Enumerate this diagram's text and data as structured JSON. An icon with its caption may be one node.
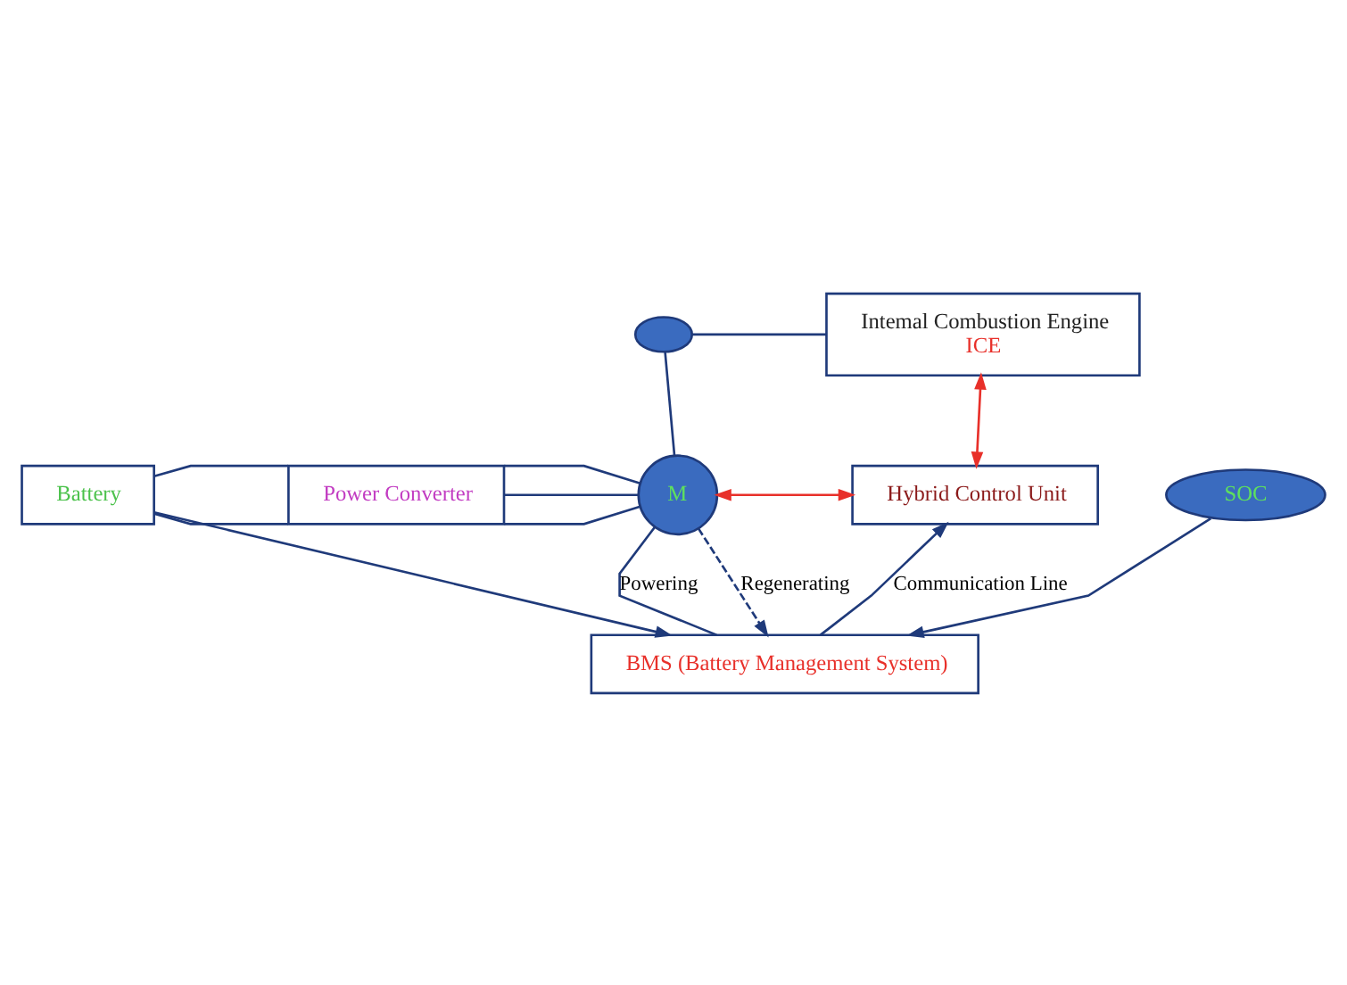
{
  "diagram": {
    "nodes": [
      {
        "text": [
          "Intemal Combustion Engine",
          "ICE"
        ]
      },
      {
        "text": [],
        "shape": "ellipse"
      },
      {
        "text": [
          "Battery"
        ]
      },
      {
        "text": [
          "Power Converter"
        ]
      },
      {
        "text": [
          "M"
        ]
      },
      {
        "text": [
          "Hybrid Control Unit"
        ]
      },
      {
        "text": [
          "BMS (Battery Management System)"
        ]
      },
      {
        "text": [
          "SOC"
        ]
      }
    ],
    "edges": [
      {
        "from": 1,
        "to": 0,
        "arrow": "none"
      },
      {
        "from": 1,
        "to": 4,
        "arrow": "none"
      },
      {
        "from": 0,
        "to": 5,
        "arrow": "both",
        "color": "#e8302a"
      },
      {
        "from": 2,
        "to": 3,
        "arrow": "none"
      },
      {
        "from": 2,
        "to": 3,
        "arrow": "none"
      },
      {
        "from": 3,
        "to": 4,
        "arrow": "none"
      },
      {
        "from": 3,
        "to": 4,
        "arrow": "none"
      },
      {
        "from": 3,
        "to": 4,
        "arrow": "none"
      },
      {
        "from": 4,
        "to": 5,
        "arrow": "both",
        "color": "#e8302a"
      },
      {
        "from": 2,
        "to": 6,
        "arrow": "to"
      },
      {
        "from": 4,
        "to": 6,
        "arrow": "none",
        "label": "Powering"
      },
      {
        "from": 4,
        "to": 6,
        "arrow": "to",
        "label": "Regenerating",
        "style": "dashed"
      },
      {
        "from": 6,
        "to": 5,
        "arrow": "to",
        "label": "Communication Line"
      },
      {
        "from": 7,
        "to": 6,
        "arrow": "to"
      }
    ]
  }
}
